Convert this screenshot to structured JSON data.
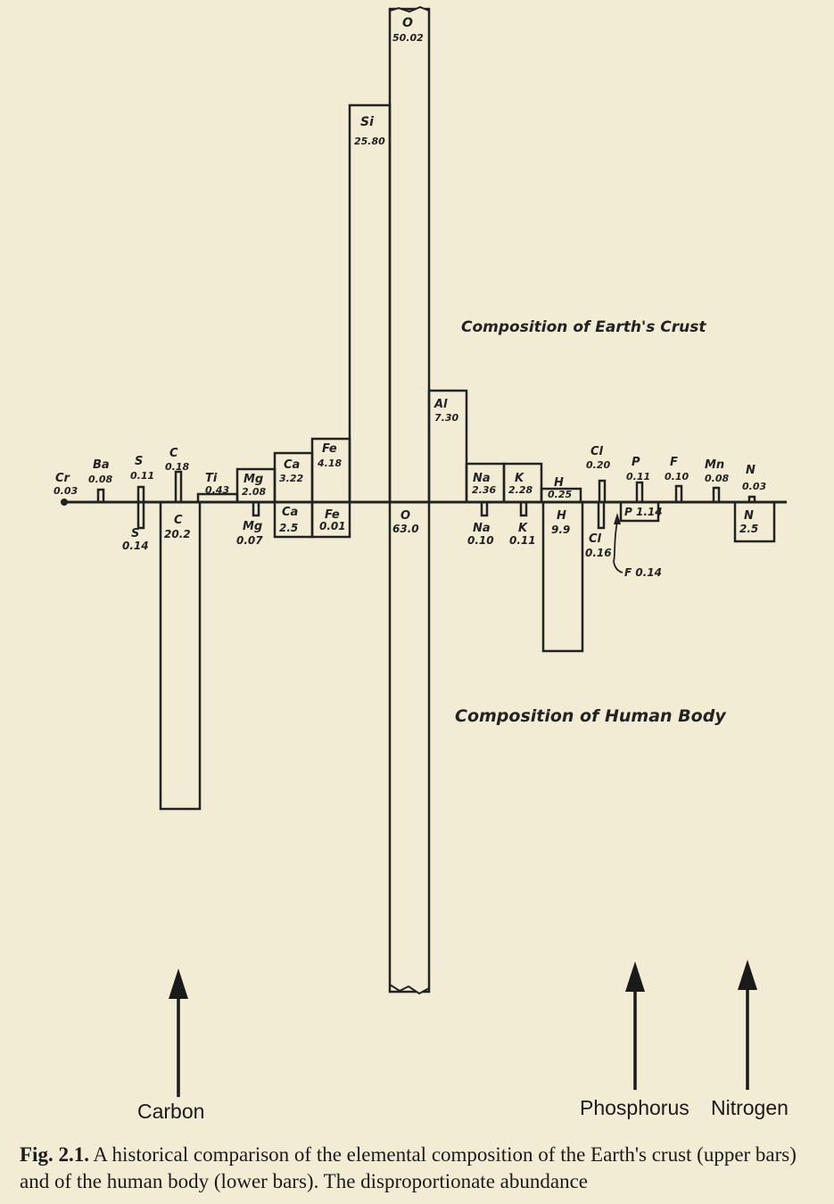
{
  "chart_data": {
    "type": "bar",
    "titles": {
      "crust": "Composition of Earth's Crust",
      "body": "Composition of Human Body"
    },
    "crust_bars": [
      {
        "element": "Cr",
        "value": "0.03"
      },
      {
        "element": "Ba",
        "value": "0.08"
      },
      {
        "element": "S",
        "value": "0.11"
      },
      {
        "element": "C",
        "value": "0.18"
      },
      {
        "element": "Ti",
        "value": "0.43"
      },
      {
        "element": "Mg",
        "value": "2.08"
      },
      {
        "element": "Ca",
        "value": "3.22"
      },
      {
        "element": "Fe",
        "value": "4.18"
      },
      {
        "element": "Si",
        "value": "25.80"
      },
      {
        "element": "O",
        "value": "50.02"
      },
      {
        "element": "Al",
        "value": "7.30"
      },
      {
        "element": "Na",
        "value": "2.36"
      },
      {
        "element": "K",
        "value": "2.28"
      },
      {
        "element": "H",
        "value": "0.25"
      },
      {
        "element": "Cl",
        "value": "0.20"
      },
      {
        "element": "P",
        "value": "0.11"
      },
      {
        "element": "F",
        "value": "0.10"
      },
      {
        "element": "Mn",
        "value": "0.08"
      },
      {
        "element": "N",
        "value": "0.03"
      }
    ],
    "body_bars": [
      {
        "element": "S",
        "value": "0.14"
      },
      {
        "element": "C",
        "value": "20.2"
      },
      {
        "element": "Mg",
        "value": "0.07"
      },
      {
        "element": "Ca",
        "value": "2.5"
      },
      {
        "element": "Fe",
        "value": "0.01"
      },
      {
        "element": "O",
        "value": "63.0"
      },
      {
        "element": "Na",
        "value": "0.10"
      },
      {
        "element": "K",
        "value": "0.11"
      },
      {
        "element": "H",
        "value": "9.9"
      },
      {
        "element": "Cl",
        "value": "0.16"
      },
      {
        "element": "P",
        "value": "1.14"
      },
      {
        "element": "F",
        "value": "0.14"
      },
      {
        "element": "N",
        "value": "2.5"
      }
    ]
  },
  "arrows": {
    "carbon": "Carbon",
    "phosphorus": "Phosphorus",
    "nitrogen": "Nitrogen"
  },
  "caption": {
    "fig_label": "Fig. 2.1.",
    "text": " A historical comparison of the elemental composition of the Earth's crust (upper bars) and of the human body (lower bars). The disproportionate abundance"
  }
}
